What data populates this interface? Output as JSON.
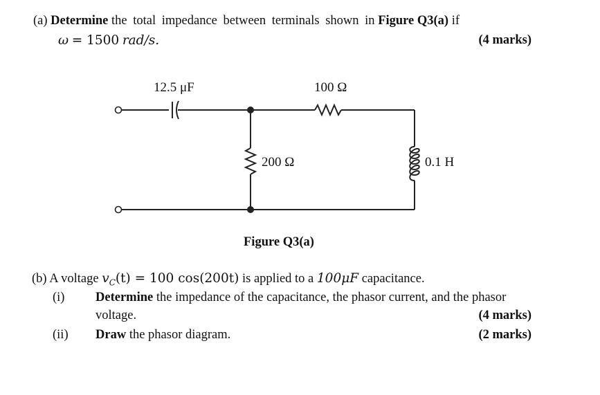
{
  "part_a": {
    "label": "(a)",
    "verb": "Determine",
    "text1": "the total impedance between terminals shown in",
    "figure_ref": "Figure Q3(a)",
    "text2": "if",
    "omega_symbol": "ω",
    "omega_eq": "= 1500",
    "omega_unit": "rad/s.",
    "marks": "(4 marks)"
  },
  "figure": {
    "capacitor_label": "12.5 μF",
    "r_series_label": "100 Ω",
    "r_shunt_label": "200 Ω",
    "inductor_label": "0.1 H",
    "caption": "Figure Q3(a)"
  },
  "part_b": {
    "label": "(b)",
    "pre": "A voltage",
    "v_sym": "v",
    "v_sub": "C",
    "v_arg": "(t) = 100 cos(200t)",
    "mid": "is applied to a",
    "cap_val": "100μF",
    "post": "capacitance.",
    "items": [
      {
        "num": "(i)",
        "verb": "Determine",
        "text": "the impedance of the capacitance, the phasor current, and the phasor",
        "text_cont": "voltage.",
        "marks": "(4 marks)"
      },
      {
        "num": "(ii)",
        "verb": "Draw",
        "text": "the phasor diagram.",
        "marks": "(2 marks)"
      }
    ]
  }
}
